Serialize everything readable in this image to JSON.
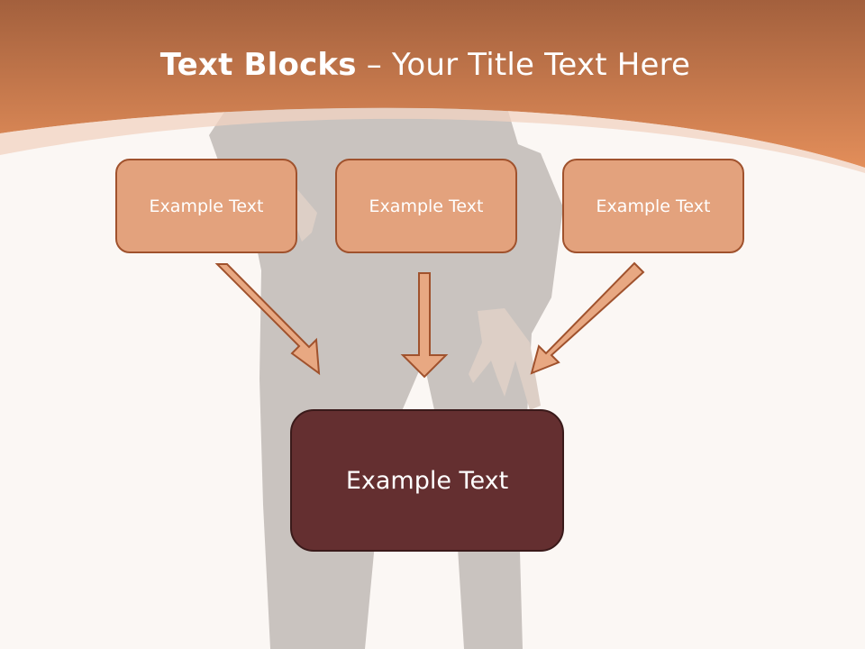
{
  "title": {
    "bold": "Text Blocks",
    "dash": " – ",
    "rest": "Your Title Text Here"
  },
  "boxes": {
    "top": [
      "Example Text",
      "Example Text",
      "Example Text"
    ],
    "bottom": "Example Text"
  },
  "colors": {
    "header_top": "#a5603c",
    "header_bottom": "#e08d5a",
    "background": "#fbf7f4",
    "box_fill": "#e3a27d",
    "box_border": "#a0522d",
    "main_box_fill": "#642f30",
    "arrow_fill": "#e8a882",
    "arrow_stroke": "#a0522d"
  }
}
